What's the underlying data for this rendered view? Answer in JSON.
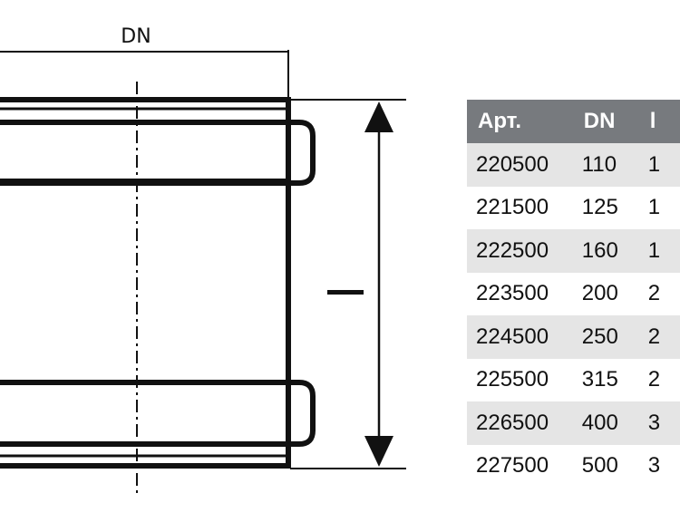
{
  "drawing": {
    "dn_label": "DN",
    "length_label": "l"
  },
  "table": {
    "headers": [
      "Арт.",
      "DN",
      "l"
    ],
    "rows": [
      [
        "220500",
        "110",
        "1"
      ],
      [
        "221500",
        "125",
        "1"
      ],
      [
        "222500",
        "160",
        "1"
      ],
      [
        "223500",
        "200",
        "2"
      ],
      [
        "224500",
        "250",
        "2"
      ],
      [
        "225500",
        "315",
        "2"
      ],
      [
        "226500",
        "400",
        "3"
      ],
      [
        "227500",
        "500",
        "3"
      ]
    ]
  },
  "colors": {
    "header_bg": "#777a7e",
    "stripe_bg": "#e5e5e5",
    "line": "#111111"
  }
}
